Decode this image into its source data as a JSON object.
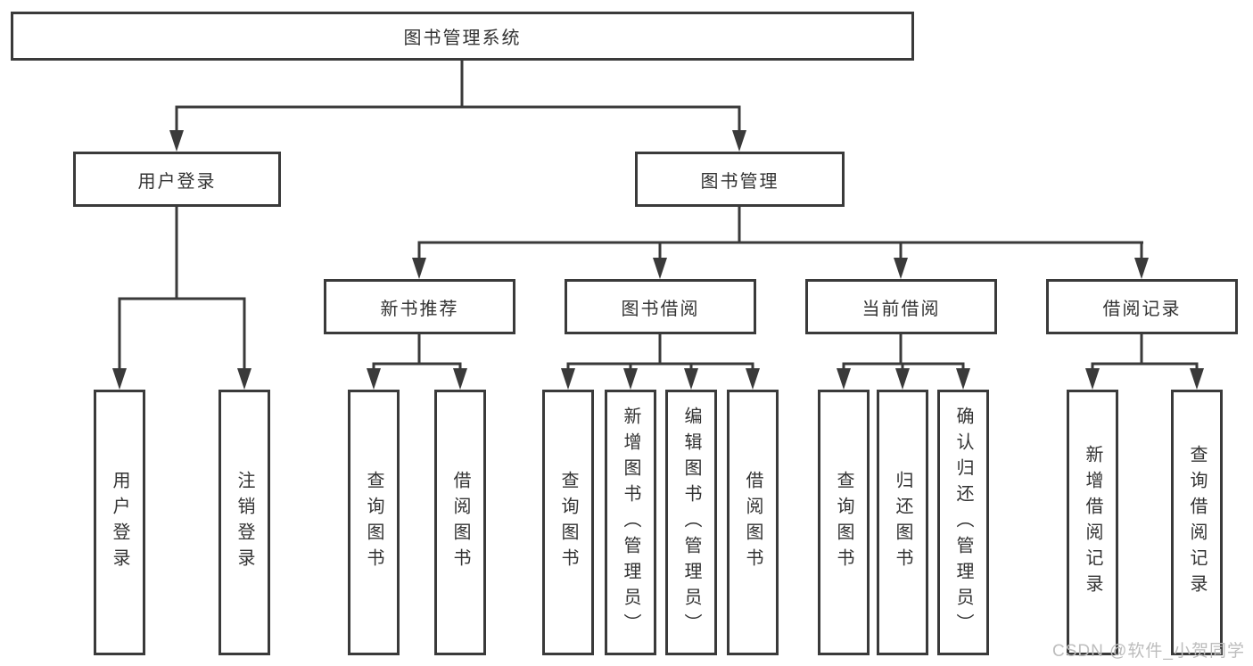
{
  "diagram": {
    "root": {
      "label": "图书管理系统"
    },
    "branches": [
      {
        "label": "用户登录",
        "leaves": [
          "用户登录",
          "注销登录"
        ]
      },
      {
        "label": "图书管理",
        "groups": [
          {
            "label": "新书推荐",
            "leaves": [
              "查询图书",
              "借阅图书"
            ]
          },
          {
            "label": "图书借阅",
            "leaves": [
              "查询图书",
              "新增图书（管理员）",
              "编辑图书（管理员）",
              "借阅图书"
            ]
          },
          {
            "label": "当前借阅",
            "leaves": [
              "查询图书",
              "归还图书",
              "确认归还（管理员）"
            ]
          },
          {
            "label": "借阅记录",
            "leaves": [
              "新增借阅记录",
              "查询借阅记录"
            ]
          }
        ]
      }
    ]
  },
  "watermark": "CSDN @软件_小贺同学",
  "colors": {
    "line": "#3a3a3a",
    "text": "#333333",
    "box_fill": "#ffffff",
    "background": "#ffffff",
    "watermark": "#bdbdbd"
  }
}
